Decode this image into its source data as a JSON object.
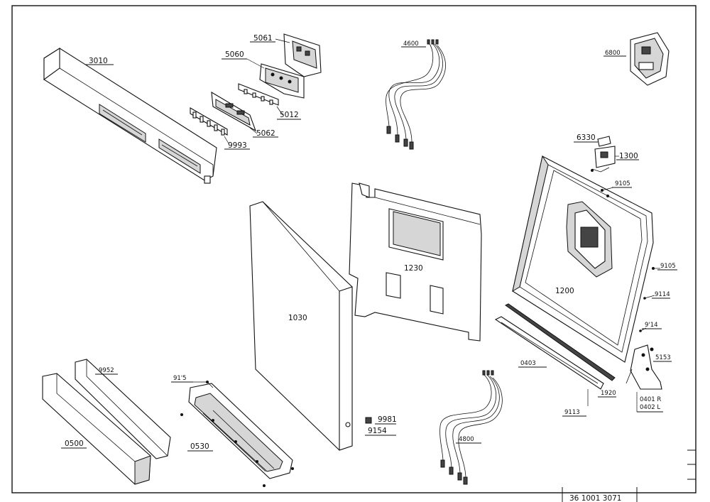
{
  "callouts": {
    "c3010": "3010",
    "c5061": "5061",
    "c5060": "5060",
    "c5012": "5012",
    "c5062": "5062",
    "c9993": "9993",
    "c4600": "4600",
    "c6800": "6800",
    "c6330": "6330",
    "c1300": "1300",
    "c9105a": "9105",
    "c9105b": "9105",
    "c1200": "1200",
    "c9114a": "9114",
    "c9114b": "9'14",
    "c5153": "5153",
    "c0401": "0401 R",
    "c0402": "0402 L",
    "c1920": "1920",
    "c9113": "9113",
    "c0403": "0403",
    "c1230": "1230",
    "c1030": "1030",
    "c9981": "9981",
    "c9154": "9154",
    "c9952": "9952",
    "c0500": "0500",
    "c9115": "91'5",
    "c0530": "0530",
    "c4800": "4800"
  },
  "title_block": {
    "code": "36 1001 3071"
  }
}
